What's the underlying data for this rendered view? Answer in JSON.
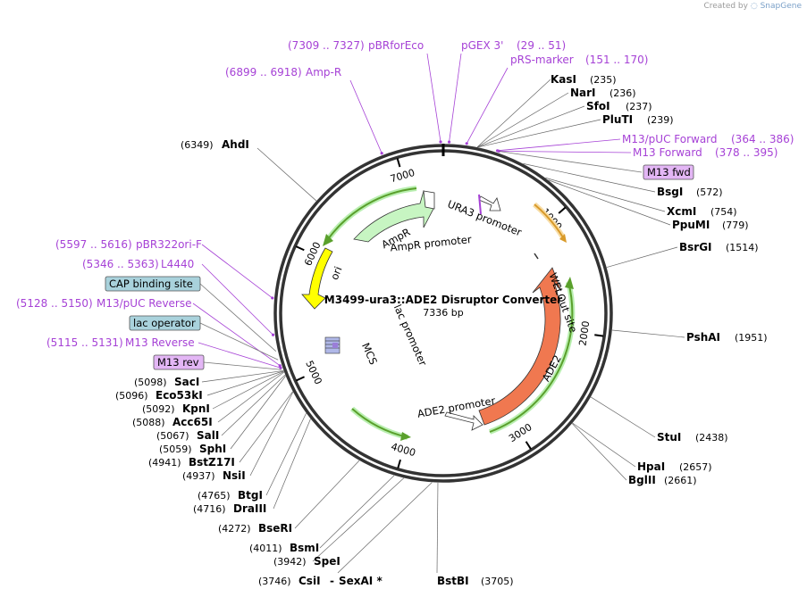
{
  "app": {
    "credit_prefix": "Created by",
    "credit_brand": "SnapGene",
    "brand_color": "#7aa0c8"
  },
  "plasmid": {
    "name": "M3499-ura3::ADE2 Disruptor Converter",
    "length_label": "7336 bp",
    "length": 7336
  },
  "ticks": [
    {
      "label": "1000",
      "bp": 1000
    },
    {
      "label": "2000",
      "bp": 2000
    },
    {
      "label": "3000",
      "bp": 3000
    },
    {
      "label": "4000",
      "bp": 4000
    },
    {
      "label": "5000",
      "bp": 5000
    },
    {
      "label": "6000",
      "bp": 6000
    },
    {
      "label": "7000",
      "bp": 7000
    }
  ],
  "enzymes": [
    {
      "name": "KasI",
      "pos": "(235)",
      "bp": 235
    },
    {
      "name": "NarI",
      "pos": "(236)",
      "bp": 236
    },
    {
      "name": "SfoI",
      "pos": "(237)",
      "bp": 237
    },
    {
      "name": "PluTI",
      "pos": "(239)",
      "bp": 239
    },
    {
      "name": "BsgI",
      "pos": "(572)",
      "bp": 572
    },
    {
      "name": "XcmI",
      "pos": "(754)",
      "bp": 754
    },
    {
      "name": "PpuMI",
      "pos": "(779)",
      "bp": 779
    },
    {
      "name": "BsrGI",
      "pos": "(1514)",
      "bp": 1514
    },
    {
      "name": "PshAI",
      "pos": "(1951)",
      "bp": 1951
    },
    {
      "name": "StuI",
      "pos": "(2438)",
      "bp": 2438
    },
    {
      "name": "HpaI",
      "pos": "(2657)",
      "bp": 2657
    },
    {
      "name": "BglII",
      "pos": "(2661)",
      "bp": 2661
    },
    {
      "name": "BstBI",
      "pos": "(3705)",
      "bp": 3705
    },
    {
      "name": "CsiI",
      "pos": "(3746)",
      "bp": 3746
    },
    {
      "name": "SexAI *",
      "pos": "",
      "bp": 3746
    },
    {
      "name": "SpeI",
      "pos": "(3942)",
      "bp": 3942
    },
    {
      "name": "BsmI",
      "pos": "(4011)",
      "bp": 4011
    },
    {
      "name": "BseRI",
      "pos": "(4272)",
      "bp": 4272
    },
    {
      "name": "DraIII",
      "pos": "(4716)",
      "bp": 4716
    },
    {
      "name": "BtgI",
      "pos": "(4765)",
      "bp": 4765
    },
    {
      "name": "NsiI",
      "pos": "(4937)",
      "bp": 4937
    },
    {
      "name": "BstZ17I",
      "pos": "(4941)",
      "bp": 4941
    },
    {
      "name": "SphI",
      "pos": "(5059)",
      "bp": 5059
    },
    {
      "name": "SalI",
      "pos": "(5067)",
      "bp": 5067
    },
    {
      "name": "Acc65I",
      "pos": "(5088)",
      "bp": 5088
    },
    {
      "name": "KpnI",
      "pos": "(5092)",
      "bp": 5092
    },
    {
      "name": "Eco53kI",
      "pos": "(5096)",
      "bp": 5096
    },
    {
      "name": "SacI",
      "pos": "(5098)",
      "bp": 5098
    },
    {
      "name": "AhdI",
      "pos": "(6349)",
      "bp": 6349
    }
  ],
  "primers": [
    {
      "name": "pBRforEco",
      "range": "(7309 .. 7327)",
      "bp": 7318
    },
    {
      "name": "pGEX 3'",
      "range": "(29 .. 51)",
      "bp": 40
    },
    {
      "name": "pRS-marker",
      "range": "(151 .. 170)",
      "bp": 160
    },
    {
      "name": "Amp-R",
      "range": "(6899 .. 6918)",
      "bp": 6908
    },
    {
      "name": "M13/pUC Forward",
      "range": "(364 .. 386)",
      "bp": 375
    },
    {
      "name": "M13 Forward",
      "range": "(378 .. 395)",
      "bp": 386
    },
    {
      "name": "pBR322ori-F",
      "range": "(5597 .. 5616)",
      "bp": 5606
    },
    {
      "name": "L4440",
      "range": "(5346 .. 5363)",
      "bp": 5354
    },
    {
      "name": "M13/pUC Reverse",
      "range": "(5128 .. 5150)",
      "bp": 5139
    },
    {
      "name": "M13 Reverse",
      "range": "(5115 .. 5131)",
      "bp": 5123
    }
  ],
  "boxed_features": [
    {
      "name": "M13 fwd",
      "fill": "#e3b6f5",
      "bp": 390
    },
    {
      "name": "CAP binding site",
      "fill": "#a9d2dc",
      "bp": 5240
    },
    {
      "name": "lac operator",
      "fill": "#a9d2dc",
      "bp": 5180
    },
    {
      "name": "M13 rev",
      "fill": "#e3b6f5",
      "bp": 5110
    }
  ],
  "features": [
    {
      "name": "AmpR",
      "color": "#c7f5c2"
    },
    {
      "name": "AmpR promoter",
      "color": "#ffffff"
    },
    {
      "name": "ori",
      "color": "#ffff00"
    },
    {
      "name": "URA3 promoter",
      "color": "#ffffff"
    },
    {
      "name": "WELQut site",
      "color": "#ffffff"
    },
    {
      "name": "ADE2",
      "color": "#f07850"
    },
    {
      "name": "ADE2 promoter",
      "color": "#ffffff"
    },
    {
      "name": "lac promoter",
      "color": "#ffffff"
    },
    {
      "name": "MCS",
      "color": "#ffffff"
    }
  ],
  "colors": {
    "enzyme": "#000000",
    "primer": "#a642d6",
    "backbone": "#333333",
    "green_arrow": "#5aa02c",
    "orange_arrow": "#d99a2a"
  }
}
